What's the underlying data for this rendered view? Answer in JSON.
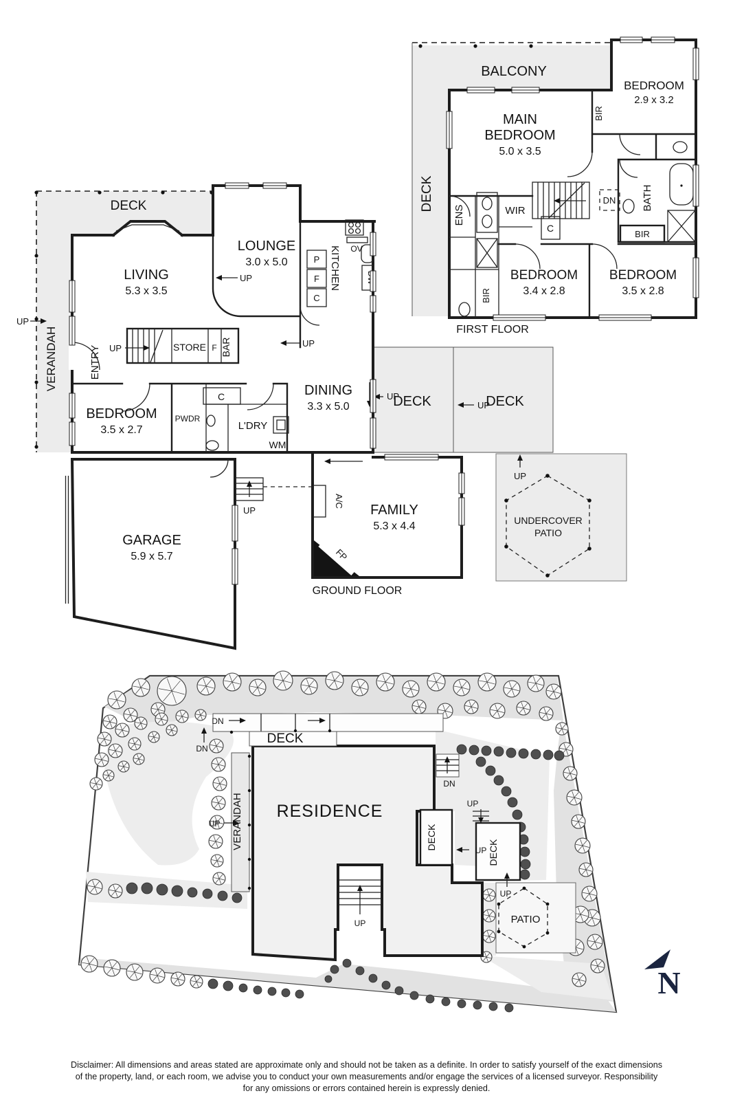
{
  "first_floor": {
    "title": "FIRST FLOOR",
    "balcony": "BALCONY",
    "deck": "DECK",
    "main_bedroom": {
      "l1": "MAIN",
      "l2": "BEDROOM",
      "dims": "5.0 x 3.5"
    },
    "bedroom_top": {
      "name": "BEDROOM",
      "dims": "2.9 x 3.2"
    },
    "bedroom_left": {
      "name": "BEDROOM",
      "dims": "3.4 x 2.8"
    },
    "bedroom_right": {
      "name": "BEDROOM",
      "dims": "3.5 x 2.8"
    },
    "ens": "ENS",
    "wir": "WIR",
    "bath": "BATH",
    "bir": "BIR",
    "closet": "C",
    "dn": "DN"
  },
  "ground_floor": {
    "title": "GROUND FLOOR",
    "deck": "DECK",
    "verandah": "VERANDAH",
    "entry": "ENTRY",
    "living": {
      "name": "LIVING",
      "dims": "5.3 x 3.5"
    },
    "lounge": {
      "name": "LOUNGE",
      "dims": "3.0 x 5.0"
    },
    "dining": {
      "name": "DINING",
      "dims": "3.3 x 5.0"
    },
    "bedroom": {
      "name": "BEDROOM",
      "dims": "3.5 x 2.7"
    },
    "family": {
      "name": "FAMILY",
      "dims": "5.3 x 4.4"
    },
    "garage": {
      "name": "GARAGE",
      "dims": "5.9 x 5.7"
    },
    "kitchen": "KITCHEN",
    "oven": "OV",
    "dishwasher": "DW",
    "pantry": "P",
    "fridge": "F",
    "cupboard": "C",
    "store": "STORE",
    "bar": "BAR",
    "powder": "PWDR",
    "laundry": "L'DRY",
    "washing_machine": "WM",
    "aircon": "A/C",
    "fireplace": "FP",
    "deck_mid": "DECK",
    "deck_right": "DECK",
    "patio": {
      "l1": "UNDERCOVER",
      "l2": "PATIO"
    }
  },
  "site_plan": {
    "residence": "RESIDENCE",
    "deck": "DECK",
    "verandah": "VERANDAH",
    "deck_small_left": "DECK",
    "deck_small_right": "DECK",
    "patio": "PATIO",
    "north": "N"
  },
  "arrows": {
    "up": "UP",
    "dn": "DN"
  },
  "disclaimer": {
    "line1": "Disclaimer: All dimensions and areas stated are approximate only and should not be taken as a definite. In order to satisfy yourself of the exact dimensions",
    "line2": "of the property, land, or each room, we advise you to conduct your own measurements and/or engage the services of a licensed surveyor. Responsibility",
    "line3": "for any omissions or errors contained herein is expressly denied."
  }
}
